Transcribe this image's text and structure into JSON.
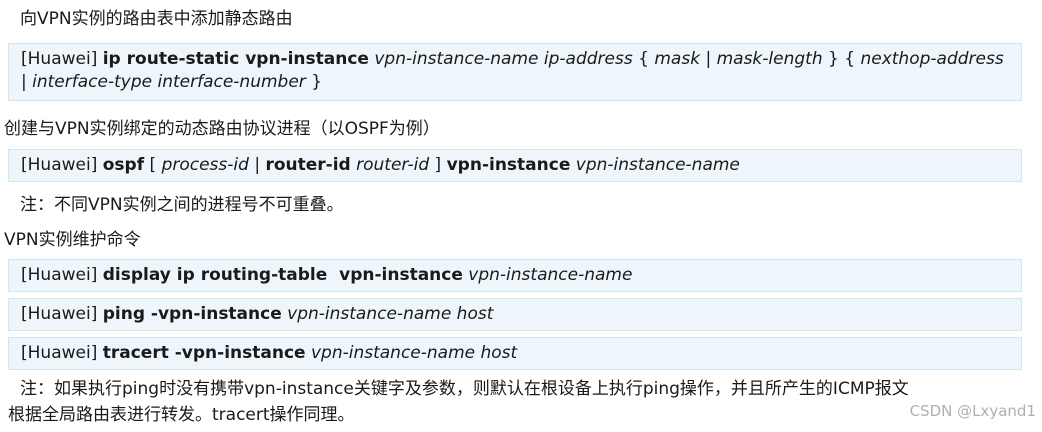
{
  "sections": [
    {
      "heading": "向VPN实例的路由表中添加静态路由",
      "commands": [
        {
          "prompt": "[Huawei]",
          "tokens": [
            {
              "t": "ip route-static vpn-instance",
              "s": "b"
            },
            {
              "t": "vpn-instance-name ip-address",
              "s": "i"
            },
            {
              "t": "{",
              "s": "n"
            },
            {
              "t": "mask",
              "s": "i"
            },
            {
              "t": "|",
              "s": "n"
            },
            {
              "t": "mask-length",
              "s": "i"
            },
            {
              "t": "} {",
              "s": "n"
            },
            {
              "t": "nexthop-address",
              "s": "i"
            },
            {
              "t": "|",
              "s": "n"
            },
            {
              "t": "interface-type interface-number",
              "s": "i"
            },
            {
              "t": "}",
              "s": "n"
            }
          ]
        }
      ]
    },
    {
      "heading": "创建与VPN实例绑定的动态路由协议进程（以OSPF为例）",
      "commands": [
        {
          "prompt": "[Huawei]",
          "tokens": [
            {
              "t": "ospf",
              "s": "b"
            },
            {
              "t": "[",
              "s": "n"
            },
            {
              "t": "process-id",
              "s": "i"
            },
            {
              "t": "|",
              "s": "n"
            },
            {
              "t": "router-id",
              "s": "b"
            },
            {
              "t": "router-id",
              "s": "i"
            },
            {
              "t": "]",
              "s": "n"
            },
            {
              "t": "vpn-instance",
              "s": "b"
            },
            {
              "t": "vpn-instance-name",
              "s": "i"
            }
          ]
        }
      ],
      "note": "注：不同VPN实例之间的进程号不可重叠。"
    },
    {
      "heading": "VPN实例维护命令",
      "commands": [
        {
          "prompt": "[Huawei]",
          "tokens": [
            {
              "t": "display ip routing-table  vpn-instance",
              "s": "b"
            },
            {
              "t": "vpn-instance-name",
              "s": "i"
            }
          ]
        },
        {
          "prompt": "[Huawei]",
          "tokens": [
            {
              "t": "ping -vpn-instance",
              "s": "b"
            },
            {
              "t": "vpn-instance-name host",
              "s": "i"
            }
          ]
        },
        {
          "prompt": "[Huawei]",
          "tokens": [
            {
              "t": "tracert -vpn-instance",
              "s": "b"
            },
            {
              "t": "vpn-instance-name host",
              "s": "i"
            }
          ]
        }
      ],
      "note_lines": [
        "注：如果执行ping时没有携带vpn-instance关键字及参数，则默认在根设备上执行ping操作，并且所产生的ICMP报文",
        "根据全局路由表进行转发。tracert操作同理。"
      ]
    }
  ],
  "watermark": "CSDN @Lxyand1",
  "colors": {
    "box_bg": "#eef6fb",
    "box_border": "#cfe6f3",
    "text": "#1a1a1a",
    "watermark": "#b0b0b0"
  }
}
